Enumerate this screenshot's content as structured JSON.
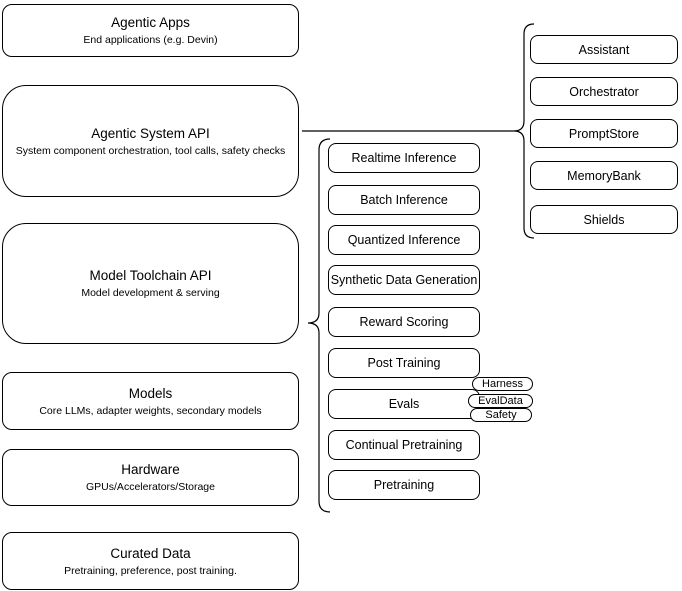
{
  "left_stack": [
    {
      "title": "Agentic Apps",
      "subtitle": "End applications (e.g. Devin)"
    },
    {
      "title": "Agentic System API",
      "subtitle": "System component orchestration, tool calls, safety checks"
    },
    {
      "title": "Model Toolchain API",
      "subtitle": "Model development & serving"
    },
    {
      "title": "Models",
      "subtitle": "Core LLMs, adapter weights, secondary models"
    },
    {
      "title": "Hardware",
      "subtitle": "GPUs/Accelerators/Storage"
    },
    {
      "title": "Curated Data",
      "subtitle": "Pretraining, preference, post training."
    }
  ],
  "toolchain": {
    "items": [
      "Realtime Inference",
      "Batch Inference",
      "Quantized Inference",
      "Synthetic Data Generation",
      "Reward Scoring",
      "Post Training",
      "Evals",
      "Continual Pretraining",
      "Pretraining"
    ],
    "evals_tags": [
      "Harness",
      "EvalData",
      "Safety"
    ]
  },
  "system": {
    "items": [
      "Assistant",
      "Orchestrator",
      "PromptStore",
      "MemoryBank",
      "Shields"
    ]
  },
  "colors": {
    "border": "#000000",
    "background": "#ffffff",
    "text": "#000000"
  }
}
